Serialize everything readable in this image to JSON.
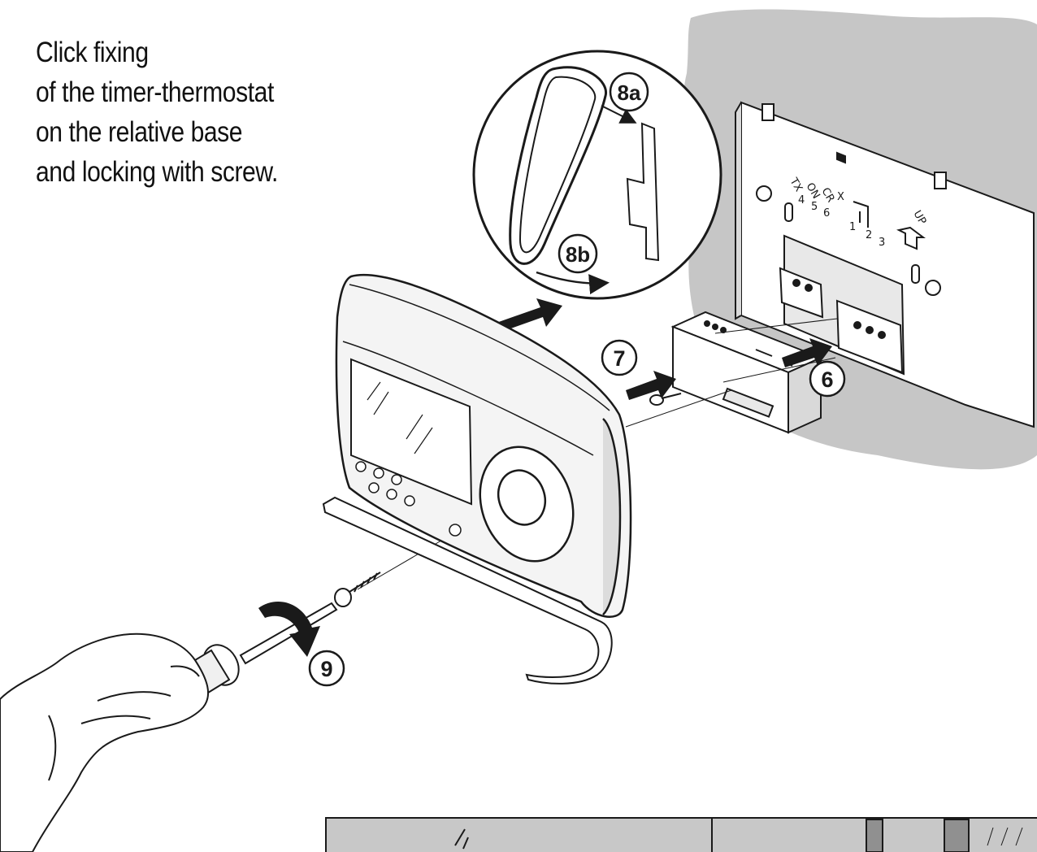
{
  "caption": {
    "line1": "Click fixing",
    "line2": "of the timer-thermostat",
    "line3": "on the relative base",
    "line4": "and locking with screw."
  },
  "steps": {
    "s6": "6",
    "s7": "7",
    "s8a": "8a",
    "s8b": "8b",
    "s9": "9"
  },
  "base_markings": {
    "tx": "TX",
    "on": "ON",
    "cr": "CR",
    "x": "X",
    "n4": "4",
    "n5": "5",
    "n6": "6",
    "n1": "1",
    "n2": "2",
    "n3": "3",
    "up": "UP"
  },
  "colors": {
    "wall": "#c6c6c6",
    "line": "#1a1a1a",
    "shade": "#d9d9d9"
  }
}
